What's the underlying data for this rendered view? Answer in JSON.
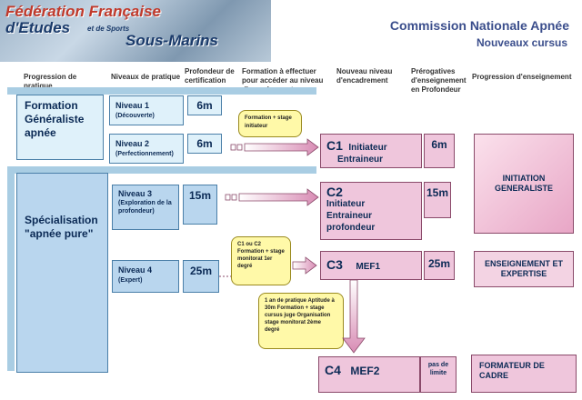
{
  "logo": {
    "line1": "Fédération Française",
    "line2": "d'Etudes",
    "line3": "et de Sports",
    "line4": "Sous-Marins"
  },
  "header": {
    "title": "Commission Nationale Apnée",
    "subtitle": "Nouveaux cursus"
  },
  "columns": [
    "Progression de pratique",
    "Niveaux de pratique",
    "Profondeur de certification",
    "Formation à effectuer pour accéder au niveau d'encadrement",
    "Nouveau niveau d'encadrement",
    "Prérogatives d'enseignement en Profondeur",
    "Progression d'enseignement"
  ],
  "groups": {
    "formation": "Formation Généraliste apnée",
    "specialisation": "Spécialisation \"apnée pure\""
  },
  "levels": [
    {
      "name": "Niveau 1",
      "desc": "(Découverte)",
      "depth": "6m"
    },
    {
      "name": "Niveau 2",
      "desc": "(Perfectionnement)",
      "depth": "6m"
    },
    {
      "name": "Niveau 3",
      "desc": "(Exploration de la profondeur)",
      "depth": "15m"
    },
    {
      "name": "Niveau 4",
      "desc": "(Expert)",
      "depth": "25m"
    }
  ],
  "trainings": {
    "t1": "Formation + stage initiateur",
    "t2": "C1 ou C2 Formation + stage monitorat 1er degré",
    "t3": "1 an de pratique Aptitude à 30m Formation + stage cursus juge Organisation stage monitorat 2ème degré"
  },
  "instructors": [
    {
      "code": "C1",
      "title": "Initiateur",
      "subtitle": "Entraineur",
      "depth": "6m"
    },
    {
      "code": "C2",
      "title": "Initiateur",
      "subtitle": "Entraineur profondeur",
      "depth": "15m"
    },
    {
      "code": "C3",
      "title": "MEF1",
      "subtitle": "",
      "depth": "25m"
    },
    {
      "code": "C4",
      "title": "MEF2",
      "subtitle": "",
      "depth": "pas de limite"
    }
  ],
  "teaching": {
    "initiation": "INITIATION GENERALISTE",
    "expertise": "ENSEIGNEMENT ET EXPERTISE",
    "formateur": "FORMATEUR DE CADRE"
  }
}
